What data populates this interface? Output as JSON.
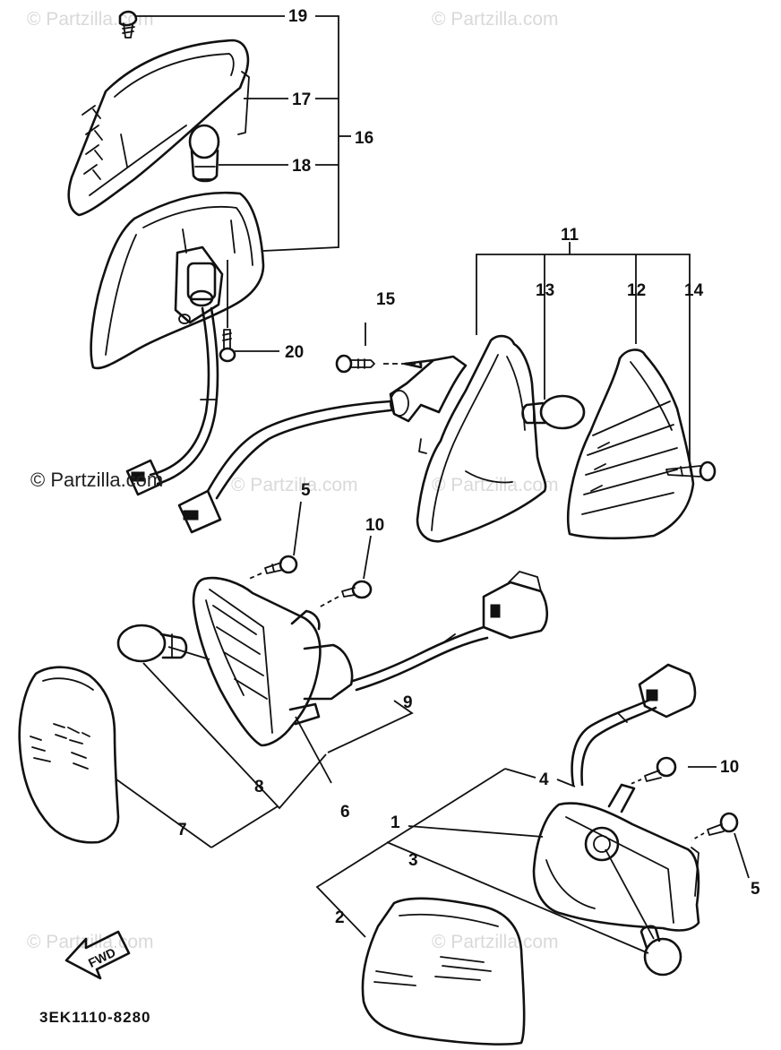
{
  "watermarks": {
    "faint": [
      "© Partzilla.com",
      "© Partzilla.com",
      "© Partzilla.com",
      "© Partzilla.com",
      "© Partzilla.com",
      "© Partzilla.com"
    ],
    "dark": "© Partzilla.com"
  },
  "callouts": {
    "c19": "19",
    "c17": "17",
    "c16": "16",
    "c18": "18",
    "c20": "20",
    "c11": "11",
    "c13": "13",
    "c12": "12",
    "c14": "14",
    "c15": "15",
    "c5a": "5",
    "c10a": "10",
    "c9": "9",
    "c8": "8",
    "c6": "6",
    "c7": "7",
    "c4": "4",
    "c10b": "10",
    "c1": "1",
    "c3": "3",
    "c5b": "5",
    "c2": "2"
  },
  "fwd_label": "FWD",
  "part_code": "3EK1110-8280"
}
